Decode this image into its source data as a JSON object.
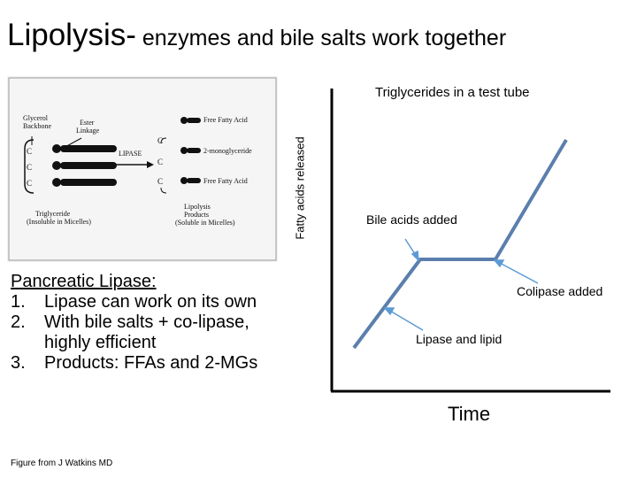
{
  "slide": {
    "title_main": "Lipolysis-",
    "title_sub": " enzymes and bile salts work together"
  },
  "figure": {
    "glycerol_backbone": [
      "Glycerol",
      "Backbone"
    ],
    "ester_linkage": [
      "Ester",
      "Linkage"
    ],
    "lipase_label": "LIPASE",
    "carbon_label": "C",
    "ffa_top": "Free Fatty Acid",
    "monoglyceride": "2-monoglyceride",
    "ffa_bottom": "Free Fatty Acid",
    "triglyceride": [
      "Triglyceride",
      "(Insoluble in Micelles)"
    ],
    "products": [
      "Lipolysis",
      "Products",
      "(Soluble in Micelles)"
    ]
  },
  "pancreatic_lipase": {
    "heading": "Pancreatic Lipase:",
    "items": [
      {
        "num": "1.",
        "text": "Lipase can work on its own"
      },
      {
        "num": "2.",
        "text": "With bile salts + co-lipase, highly efficient"
      },
      {
        "num": "3.",
        "text": "Products: FFAs and 2-MGs"
      }
    ]
  },
  "credit": "Figure from J Watkins MD",
  "graph": {
    "title": "Triglycerides in a test tube",
    "ylabel": "Fatty acids released",
    "xlabel": "Time",
    "annotations": {
      "bile_acids": "Bile acids added",
      "colipase": "Colipase added",
      "lipase_lipid": "Lipase and lipid"
    },
    "colors": {
      "line": "#5b7fad",
      "axis": "#000000",
      "arrow": "#5b9bd5"
    }
  }
}
